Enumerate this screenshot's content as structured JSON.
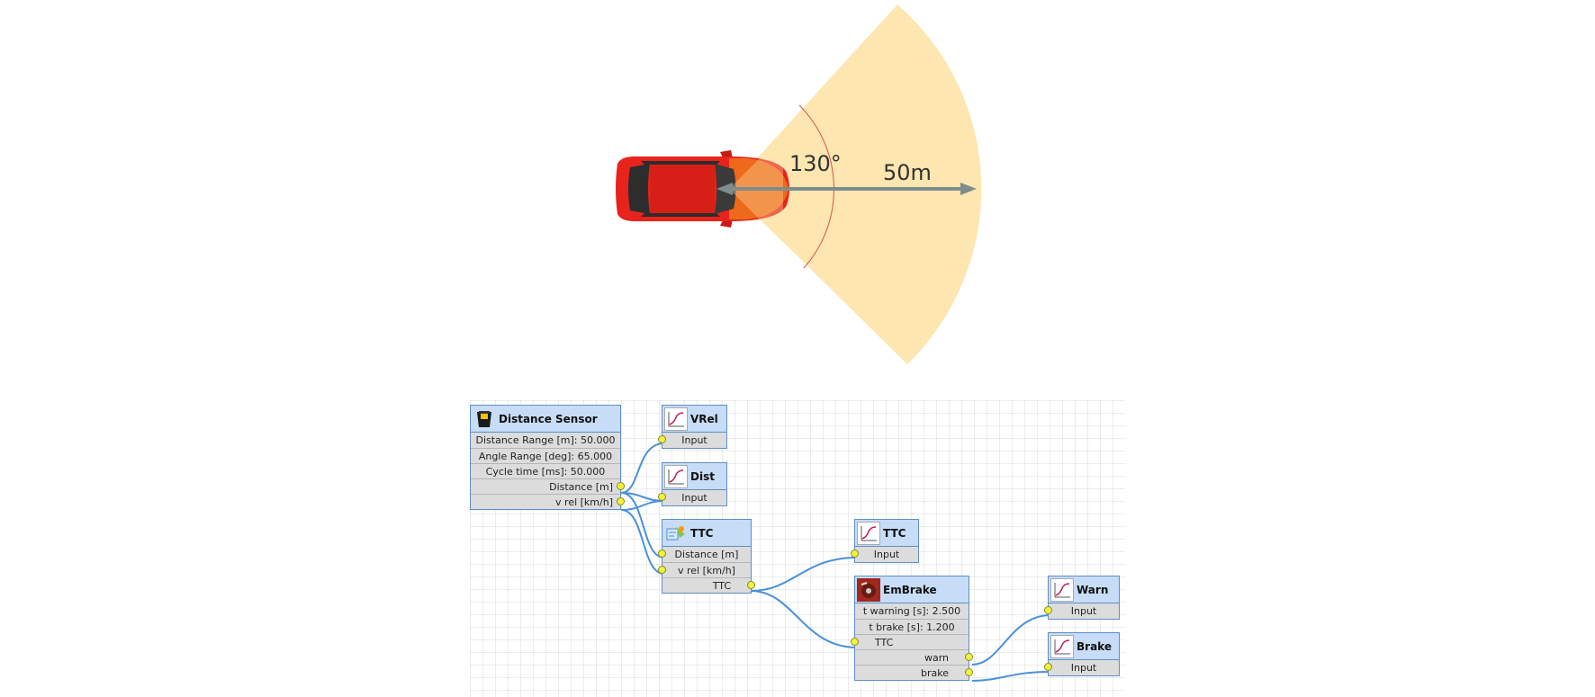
{
  "sensor_figure": {
    "fov_label": "130°",
    "range_label": "50m"
  },
  "nodes": {
    "distance_sensor": {
      "title": "Distance Sensor",
      "icon": "radar-sensor-icon",
      "params": [
        "Distance Range [m]: 50.000",
        "Angle Range [deg]: 65.000",
        "Cycle time [ms]: 50.000"
      ],
      "outputs": [
        "Distance [m]",
        "v rel [km/h]"
      ]
    },
    "vrel_plot": {
      "title": "VRel",
      "icon": "plot-icon",
      "input": "Input"
    },
    "dist_plot": {
      "title": "Dist",
      "icon": "plot-icon",
      "input": "Input"
    },
    "ttc_calc": {
      "title": "TTC",
      "icon": "calculator-icon",
      "inputs": [
        "Distance [m]",
        "v rel [km/h]"
      ],
      "output": "TTC"
    },
    "ttc_plot": {
      "title": "TTC",
      "icon": "plot-icon",
      "input": "Input"
    },
    "embrake": {
      "title": "EmBrake",
      "icon": "brake-icon",
      "params": [
        "t warning [s]: 2.500",
        "t brake [s]: 1.200"
      ],
      "input": "TTC",
      "outputs": [
        "warn",
        "brake"
      ]
    },
    "warn_plot": {
      "title": "Warn",
      "icon": "plot-icon",
      "input": "Input"
    },
    "brake_plot": {
      "title": "Brake",
      "icon": "plot-icon",
      "input": "Input"
    }
  },
  "colors": {
    "fov_fill": "#fde6b0",
    "car_body": "#e8231c",
    "arrow": "#7f8c8d",
    "fov_arc": "#d9534f",
    "wire": "#4a90d9",
    "node_header": "#c7dcf6",
    "node_border": "#5d8fc7",
    "port": "#f2f23a"
  }
}
